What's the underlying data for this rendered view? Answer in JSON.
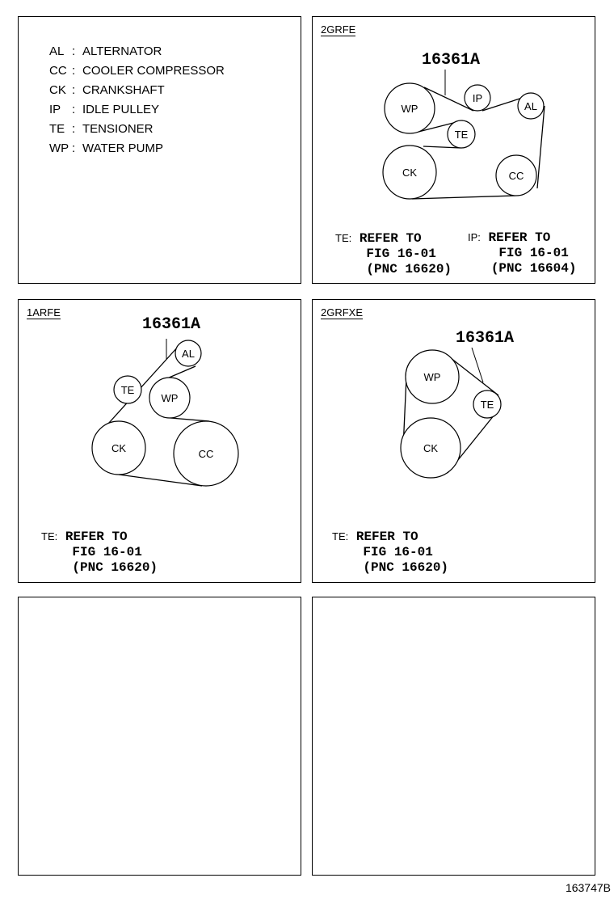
{
  "legend": [
    {
      "abbr": "AL",
      "desc": "ALTERNATOR"
    },
    {
      "abbr": "CC",
      "desc": "COOLER COMPRESSOR"
    },
    {
      "abbr": "CK",
      "desc": "CRANKSHAFT"
    },
    {
      "abbr": "IP",
      "desc": "IDLE PULLEY"
    },
    {
      "abbr": "TE",
      "desc": "TENSIONER"
    },
    {
      "abbr": "WP",
      "desc": "WATER PUMP"
    }
  ],
  "legend_colon": ":",
  "panels": {
    "p2grfe": {
      "engine": "2GRFE",
      "part": "16361A",
      "pulleys": [
        "WP",
        "IP",
        "AL",
        "TE",
        "CK",
        "CC"
      ],
      "notes": [
        {
          "prefix": "TE:",
          "lines": [
            "REFER TO",
            "FIG 16-01",
            "(PNC 16620)"
          ]
        },
        {
          "prefix": "IP:",
          "lines": [
            "REFER TO",
            "FIG 16-01",
            "(PNC 16604)"
          ]
        }
      ]
    },
    "p1arfe": {
      "engine": "1ARFE",
      "part": "16361A",
      "pulleys": [
        "AL",
        "TE",
        "WP",
        "CK",
        "CC"
      ],
      "notes": [
        {
          "prefix": "TE:",
          "lines": [
            "REFER TO",
            "FIG 16-01",
            "(PNC 16620)"
          ]
        }
      ]
    },
    "p2grfxe": {
      "engine": "2GRFXE",
      "part": "16361A",
      "pulleys": [
        "WP",
        "TE",
        "CK"
      ],
      "notes": [
        {
          "prefix": "TE:",
          "lines": [
            "REFER TO",
            "FIG 16-01",
            "(PNC 16620)"
          ]
        }
      ]
    }
  },
  "footer": "163747B"
}
